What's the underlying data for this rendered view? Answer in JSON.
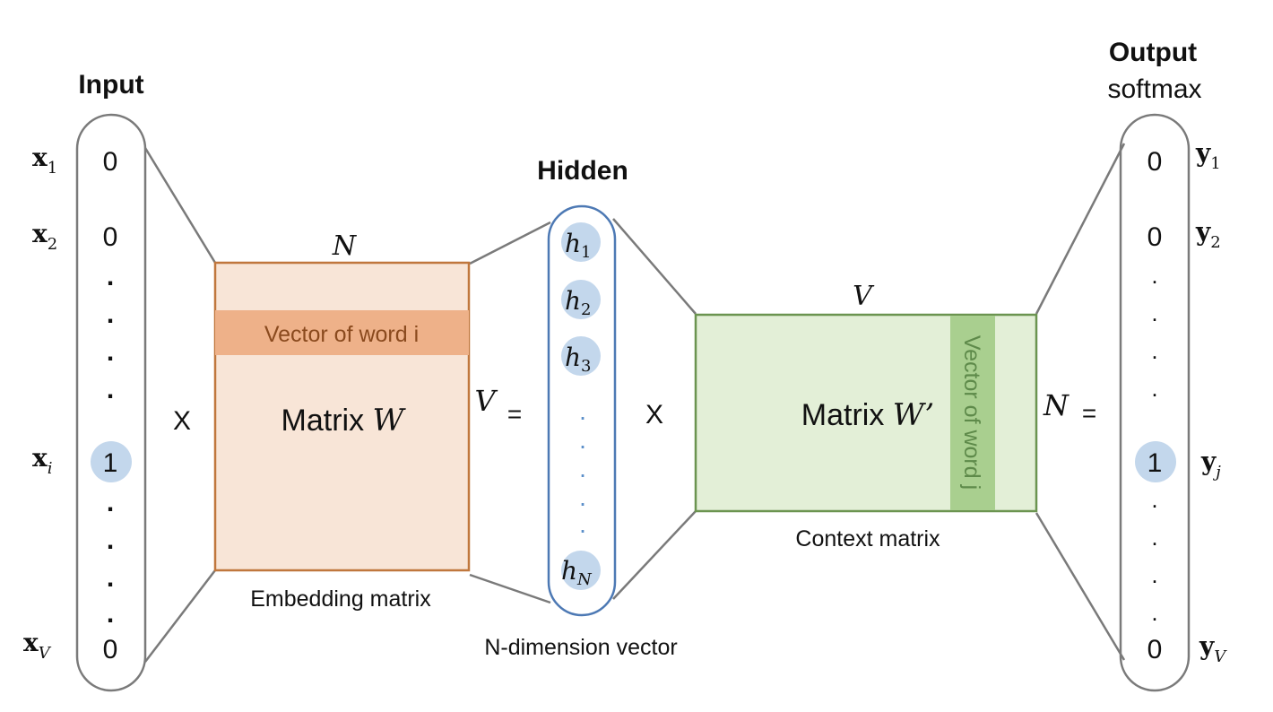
{
  "input": {
    "title": "Input",
    "labels": {
      "x1": "x",
      "x1_sub": "1",
      "x2": "x",
      "x2_sub": "2",
      "xi": "x",
      "xi_sub": "i",
      "xV": "x",
      "xV_sub": "V"
    },
    "values": {
      "v1": "0",
      "v2": "0",
      "vi": "1",
      "vV": "0"
    },
    "dot": "."
  },
  "operators": {
    "times1": "X",
    "times2": "X",
    "equals1": "=",
    "equals2": "="
  },
  "embedding": {
    "top_dim": "N",
    "side_dim": "V",
    "band_label": "Vector of word i",
    "matrix_label": "Matrix ",
    "matrix_symbol": "W",
    "caption": "Embedding matrix"
  },
  "hidden": {
    "title": "Hidden",
    "h": "h",
    "h1_sub": "1",
    "h2_sub": "2",
    "h3_sub": "3",
    "hN_sub": "N",
    "dot": ".",
    "caption": "N-dimension vector"
  },
  "context": {
    "top_dim": "V",
    "side_dim": "N",
    "band_label": "Vector of word j",
    "matrix_label": "Matrix ",
    "matrix_symbol": "W’",
    "caption": "Context matrix"
  },
  "output": {
    "title": "Output",
    "subtitle": "softmax",
    "labels": {
      "y1": "y",
      "y1_sub": "1",
      "y2": "y",
      "y2_sub": "2",
      "yj": "y",
      "yj_sub": "j",
      "yV": "y",
      "yV_sub": "V"
    },
    "values": {
      "v1": "0",
      "v2": "0",
      "vj": "1",
      "vV": "0"
    },
    "dot": "."
  },
  "colors": {
    "outline_gray": "#7a7a7a",
    "highlight_circle": "#c3d7ec",
    "embedding_fill": "#f8e5d7",
    "embedding_border": "#c0773d",
    "embedding_band": "#eeb189",
    "embedding_band_text": "#8a4a1e",
    "hidden_border": "#4d79b4",
    "hidden_dots": "#5b8fc9",
    "context_fill": "#e3efd7",
    "context_border": "#6b9450",
    "context_band": "#a9cf8f",
    "context_band_text": "#5e8a4a"
  }
}
